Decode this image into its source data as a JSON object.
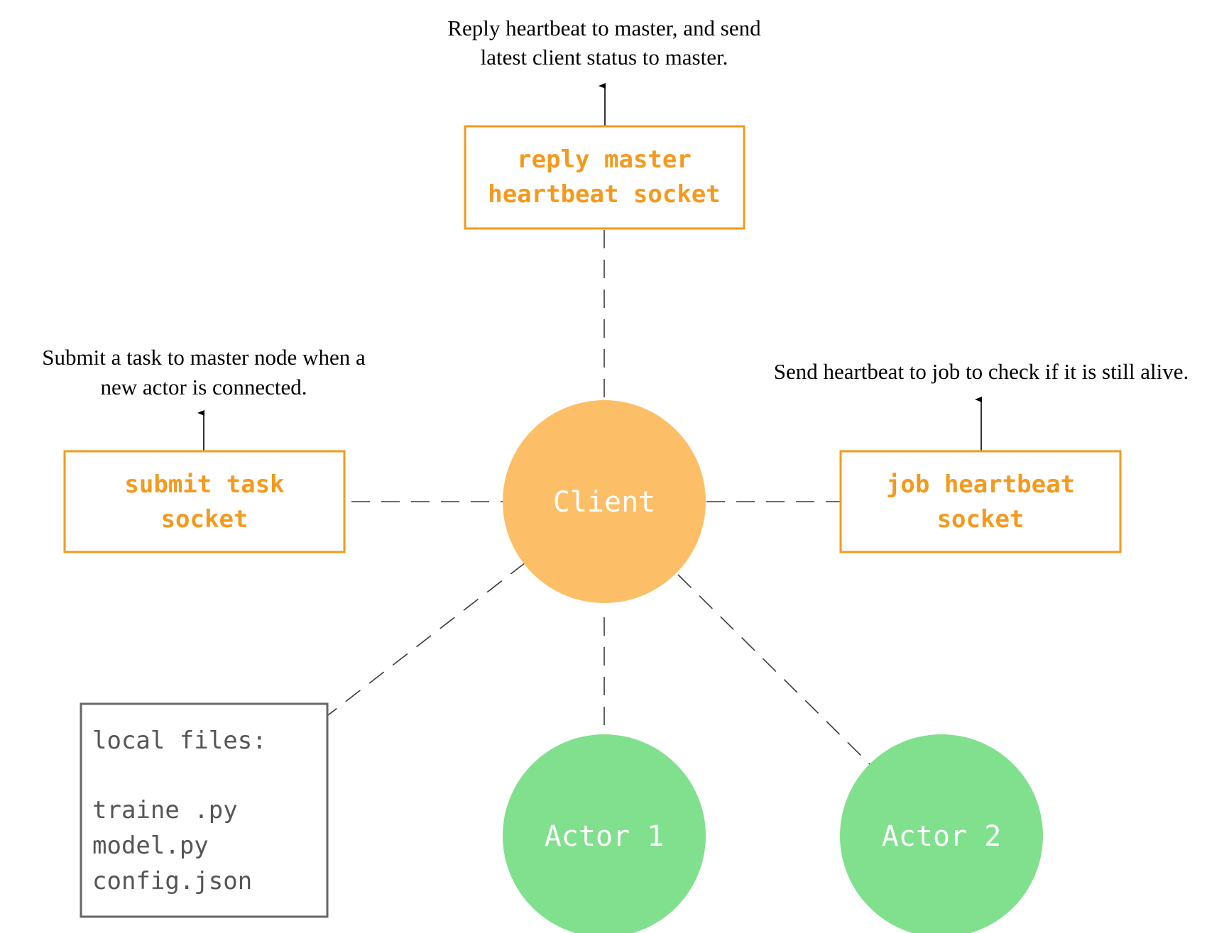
{
  "colors": {
    "socket_stroke": "#f39a1e",
    "socket_text": "#f39a1e",
    "client_fill": "#fcbf67",
    "actor_fill": "#80e08e",
    "node_text": "#ffffff",
    "files_stroke": "#666666",
    "files_text": "#555555"
  },
  "notes": {
    "top_line1": "Reply heartbeat to master, and send",
    "top_line2": "latest client status to master.",
    "left_line1": "Submit a task to master node when a",
    "left_line2": "new actor is connected.",
    "right_line1": "Send heartbeat to job to check if it is still alive."
  },
  "sockets": {
    "reply_line1": "reply master",
    "reply_line2": "heartbeat socket",
    "submit_line1": "submit task",
    "submit_line2": "socket",
    "job_line1": "job heartbeat",
    "job_line2": "socket"
  },
  "nodes": {
    "client": "Client",
    "actor1": "Actor 1",
    "actor2": "Actor 2"
  },
  "files": {
    "heading": "local files:",
    "file1": "traine .py",
    "file2": "model.py",
    "file3": "config.json"
  }
}
